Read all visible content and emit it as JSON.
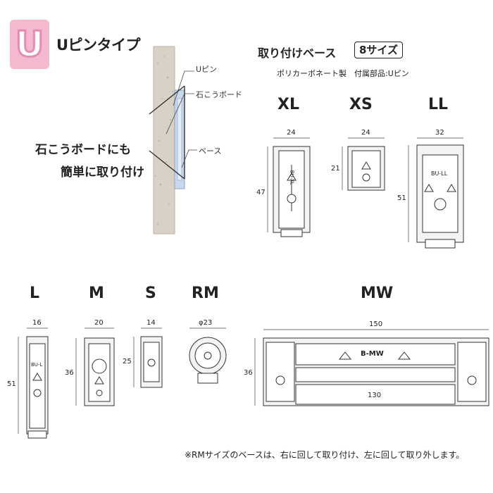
{
  "header": {
    "badge_letter": "U",
    "type_title": "Uピンタイプ",
    "base_title": "取り付けベース",
    "size_box": "8サイズ",
    "material": "ポリカーボネート製　付属部品:Uピン"
  },
  "cross_section": {
    "label_upin": "Uピン",
    "label_board": "石こうボード",
    "label_base": "ベース",
    "caption_line1": "石こうボードにも",
    "caption_line2": "簡単に取り付け"
  },
  "sizes": [
    {
      "name": "XL",
      "width": "24",
      "height": "47",
      "marking": "BU-XL"
    },
    {
      "name": "XS",
      "width": "24",
      "height": "21",
      "marking": ""
    },
    {
      "name": "LL",
      "width": "32",
      "height": "51",
      "marking": "BU-LL"
    },
    {
      "name": "L",
      "width": "16",
      "height": "51",
      "marking": "BU-L"
    },
    {
      "name": "M",
      "width": "20",
      "height": "36",
      "marking": ""
    },
    {
      "name": "S",
      "width": "14",
      "height": "25",
      "marking": ""
    },
    {
      "name": "RM",
      "width": "φ23",
      "height": "",
      "marking": ""
    },
    {
      "name": "MW",
      "width": "150",
      "height": "36",
      "marking": "B-MW",
      "inner_width": "130"
    }
  ],
  "footnote": "※RMサイズのベースは、右に回して取り付け、左に回して取り外します。",
  "colors": {
    "badge_bg": "#f4b8cf",
    "badge_stroke": "#e48db3",
    "board": "#d9d0c6",
    "base_blue": "#c9d8ec"
  }
}
